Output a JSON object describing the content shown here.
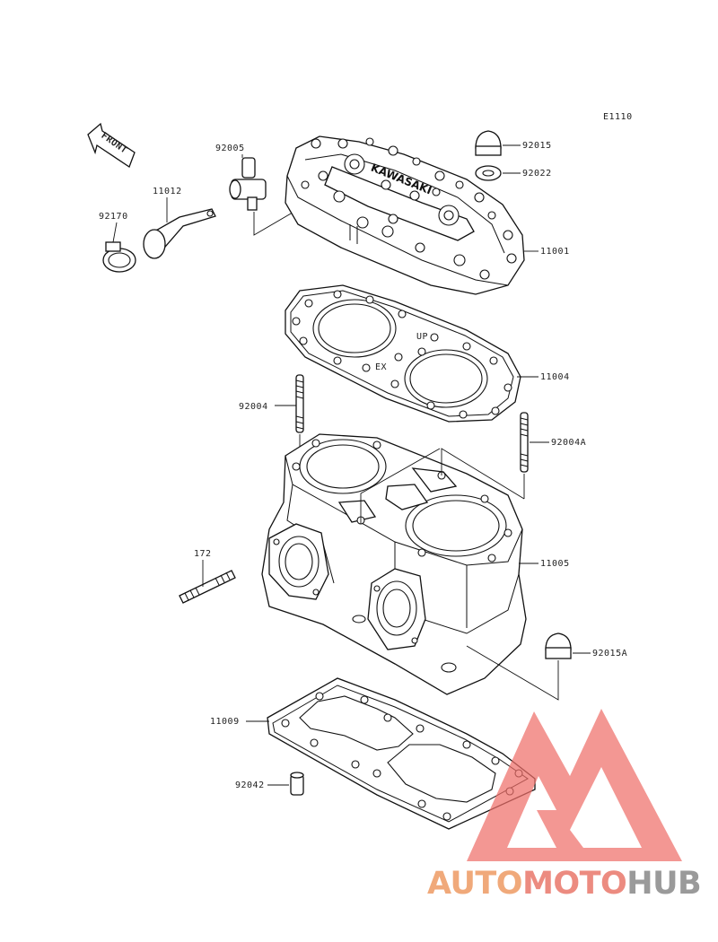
{
  "diagram_code": "E1110",
  "front_label": "FRONT",
  "cover_brand_text": "KAWASAKI",
  "gasket_marks": {
    "up": "UP",
    "ex": "EX"
  },
  "part_labels": {
    "p92005": "92005",
    "p11012": "11012",
    "p92170": "92170",
    "p92015": "92015",
    "p92022": "92022",
    "p11001": "11001",
    "p11004": "11004",
    "p92004": "92004",
    "p92004a": "92004A",
    "p172": "172",
    "p11005": "11005",
    "p92015a": "92015A",
    "p11009": "11009",
    "p92042": "92042"
  },
  "watermark": {
    "part1": "AUTO",
    "part2": "MOTO",
    "part3": "HUB",
    "color_orange": "#f0a97a",
    "color_red": "#ec8b80",
    "color_grey": "#9a9a9a"
  }
}
